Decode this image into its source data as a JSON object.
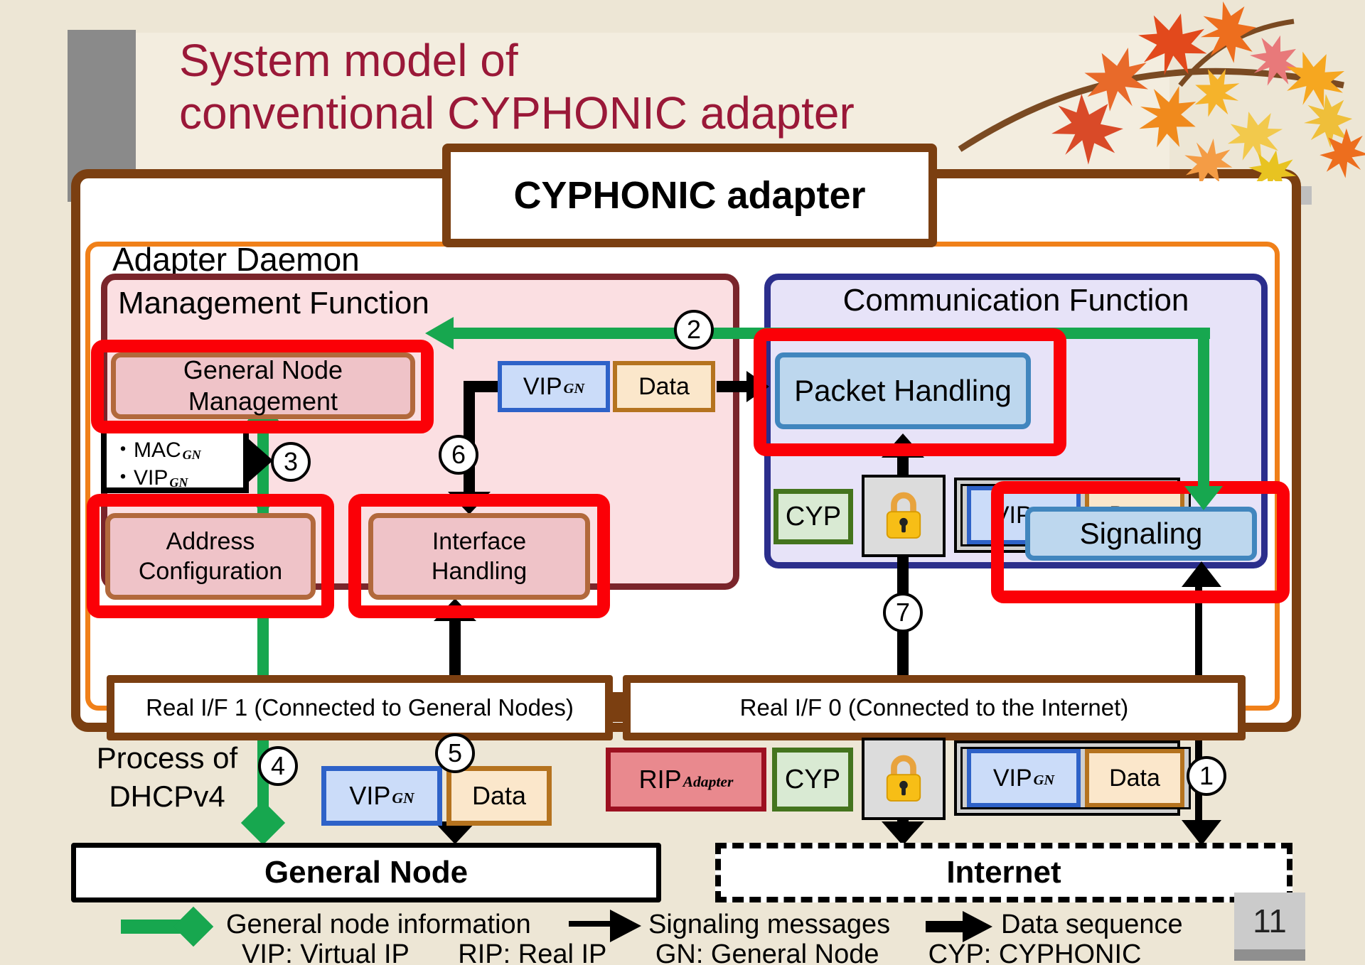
{
  "page": {
    "number": "11"
  },
  "title": {
    "line1": "System model of",
    "line2": "conventional CYPHONIC adapter"
  },
  "diagram": {
    "cyphonic_adapter": "CYPHONIC adapter",
    "adapter_daemon": "Adapter Daemon",
    "management_function": "Management Function",
    "communication_function": "Communication Function",
    "boxes": {
      "general_node_management": {
        "line1": "General Node",
        "line2": "Management"
      },
      "address_configuration": {
        "line1": "Address",
        "line2": "Configuration"
      },
      "interface_handling": {
        "line1": "Interface",
        "line2": "Handling"
      },
      "packet_handling": "Packet Handling",
      "signaling": "Signaling"
    },
    "note": {
      "item1": "・MAC",
      "item1_sub": "GN",
      "item2": "・VIP",
      "item2_sub": "GN"
    },
    "chips": {
      "vip": "VIP",
      "vip_sub": "GN",
      "data": "Data",
      "cyp": "CYP",
      "rip": "RIP",
      "rip_sub": "Adapter"
    },
    "interfaces": {
      "if1": "Real I/F 1 (Connected to General Nodes)",
      "if0": "Real I/F 0 (Connected to the Internet)"
    },
    "process_label": {
      "line1": "Process of",
      "line2": "DHCPv4"
    },
    "nodes": {
      "general_node": "General Node",
      "internet": "Internet"
    },
    "steps": [
      "1",
      "2",
      "3",
      "4",
      "5",
      "6",
      "7"
    ]
  },
  "legend": {
    "general_node_information": "General node information",
    "signaling_messages": "Signaling messages",
    "data_sequence": "Data sequence",
    "abbreviations": [
      "VIP: Virtual IP",
      "RIP: Real IP",
      "GN: General Node",
      "CYP: CYPHONIC"
    ]
  },
  "colors": {
    "background": "#EDE6D5",
    "title_text": "#9A1838",
    "frame_brown": "#7B3F11",
    "frame_orange": "#F08019",
    "management_border": "#7A252B",
    "management_fill": "#FBDFE2",
    "communication_border": "#2B2E8C",
    "communication_fill": "#E7E3F8",
    "highlight_red": "#FB0007",
    "flow_green": "#17A74F",
    "function_box_border": "#B2693C",
    "function_box_fill": "#EFC3C8",
    "blue_box_border": "#4186BE",
    "blue_box_fill": "#BDD7EE",
    "vip_border": "#2E62C8",
    "vip_fill": "#CBDCF9",
    "data_border": "#B5731F",
    "data_fill": "#FBE7CB",
    "cyp_border": "#44741E",
    "cyp_fill": "#D9EAD3",
    "rip_border": "#9C1020",
    "rip_fill": "#E9898E"
  }
}
